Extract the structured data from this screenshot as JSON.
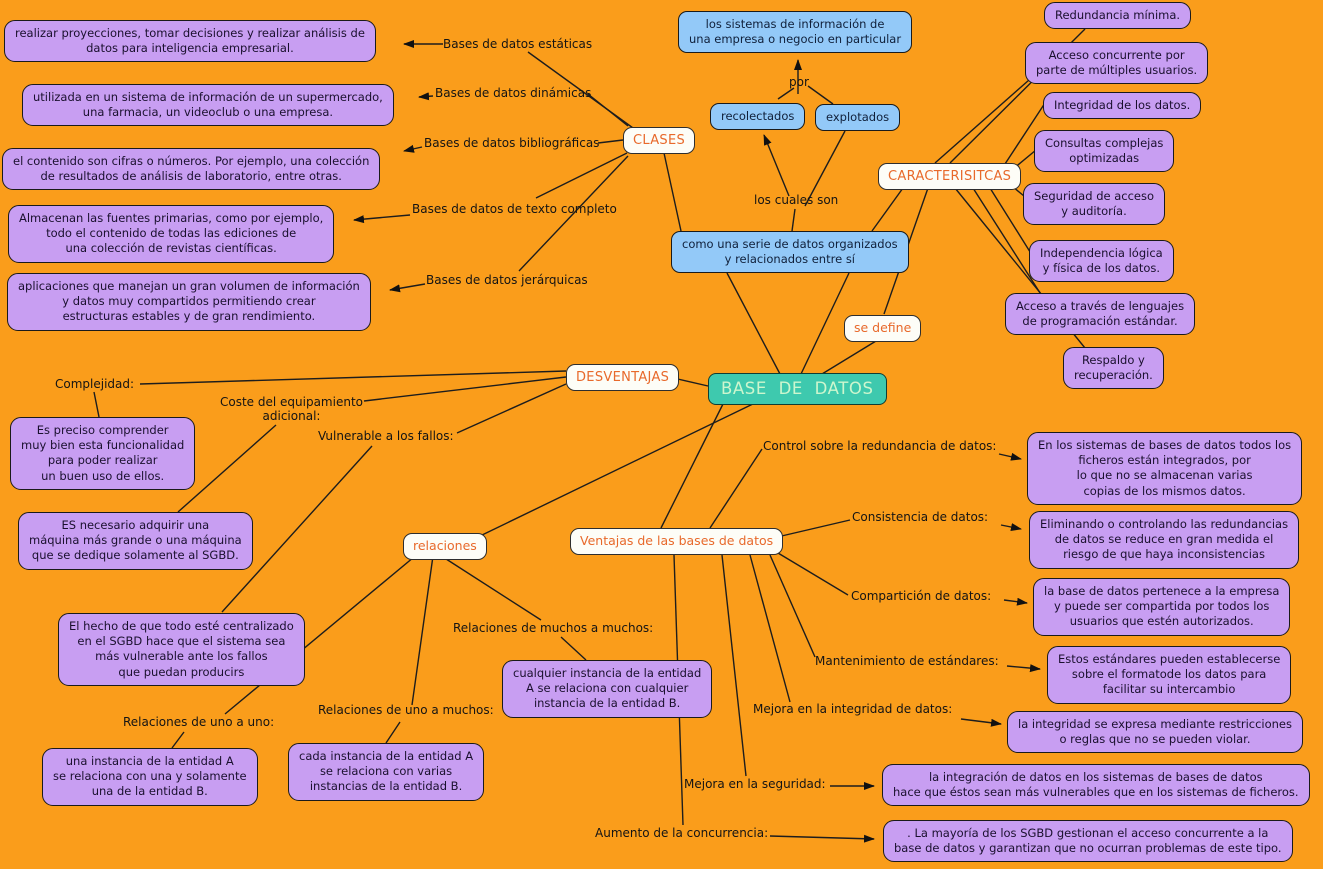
{
  "colors": {
    "background": "#FA9D1B",
    "concept_box_fill": "#C89EF2",
    "context_box_fill": "#93C9F8",
    "linking_box_fill": "#FDFDF7",
    "linking_text": "#E8692B",
    "root_fill": "#3EC9AE",
    "root_text": "#CDF6CE",
    "line": "#1D1D1D",
    "text": "#141414"
  },
  "nodes": {
    "base_de_datos": "BASE  DE  DATOS",
    "se_define": "se define",
    "definicion": "como una serie de datos organizados\ny relacionados entre sí",
    "los_cuales_son": "los cuales son",
    "por": "por",
    "recolectados": "recolectados",
    "explotados": "explotados",
    "sistemas_info": "los sistemas de información de\nuna empresa o negocio en particular",
    "clases": "CLASES",
    "caracteristicas": "CARACTERISITCAS",
    "desventajas": "DESVENTAJAS",
    "relaciones": "relaciones",
    "ventajas": "Ventajas de las bases de datos"
  },
  "clases_items": {
    "estaticas": {
      "label": "Bases de datos estáticas",
      "desc": "realizar proyecciones, tomar decisiones y realizar análisis de\ndatos para inteligencia empresarial."
    },
    "dinamicas": {
      "label": "Bases de datos dinámicas",
      "desc": "utilizada en un sistema de información de un supermercado,\nuna farmacia, un videoclub o una empresa."
    },
    "bibliograficas": {
      "label": "Bases de datos bibliográficas",
      "desc": "el contenido son cifras o números. Por ejemplo, una colección\nde resultados de análisis de laboratorio, entre otras."
    },
    "texto_completo": {
      "label": "Bases de datos de texto completo",
      "desc": "Almacenan las fuentes primarias, como por ejemplo,\ntodo el contenido de todas las ediciones de\nuna colección de revistas científicas."
    },
    "jerarquicas": {
      "label": "Bases de datos jerárquicas",
      "desc": "aplicaciones que manejan un gran volumen de información\ny datos muy compartidos permitiendo crear\nestructuras estables y de gran rendimiento."
    }
  },
  "caracteristicas_items": {
    "redundancia": "Redundancia mínima.",
    "acceso_concurrente": "Acceso concurrente por\nparte de múltiples usuarios.",
    "integridad": "Integridad de los datos.",
    "consultas": "Consultas complejas\noptimizadas",
    "seguridad": "Seguridad de acceso\ny auditoría.",
    "independencia": "Independencia lógica\ny física de los datos.",
    "acceso_lenguajes": "Acceso a través de lenguajes\nde programación estándar.",
    "respaldo": "Respaldo y\nrecuperación."
  },
  "desventajas_items": {
    "complejidad": {
      "label": "Complejidad:",
      "desc": "Es preciso comprender\nmuy bien esta funcionalidad\npara poder realizar\nun buen uso de ellos."
    },
    "coste": {
      "label": "Coste del equipamiento\nadicional:",
      "desc": "ES necesario adquirir una\nmáquina más grande o una máquina\nque se dedique solamente al SGBD."
    },
    "vulnerable": {
      "label": "Vulnerable a los fallos:",
      "desc": "El hecho de que todo esté centralizado\nen el SGBD hace que el sistema sea\nmás vulnerable ante los fallos\nque puedan producirs"
    }
  },
  "relaciones_items": {
    "uno_a_uno": {
      "label": "Relaciones de uno a uno:",
      "desc": "una instancia de la entidad A\nse relaciona con una y solamente\nuna de la entidad B."
    },
    "uno_a_muchos": {
      "label": "Relaciones de uno a muchos:",
      "desc": "cada instancia de la entidad A\nse relaciona con varias\ninstancias de la entidad B."
    },
    "muchos_a_muchos": {
      "label": "Relaciones de muchos a muchos:",
      "desc": "cualquier instancia de la entidad\nA se relaciona con cualquier\ninstancia de la entidad B."
    }
  },
  "ventajas_items": {
    "control": {
      "label": "Control sobre la redundancia de datos:",
      "desc": "En los sistemas de bases de datos todos los\nficheros están integrados, por\nlo que no se almacenan varias\ncopias de los mismos datos."
    },
    "consistencia": {
      "label": "Consistencia de datos:",
      "desc": "Eliminando o controlando las redundancias\nde datos se reduce en gran medida el\nriesgo de que haya inconsistencias"
    },
    "comparticion": {
      "label": "Compartición de datos:",
      "desc": "la base de datos pertenece a la empresa\ny puede ser compartida por todos los\nusuarios que estén autorizados."
    },
    "mantenimiento": {
      "label": "Mantenimiento de estándares:",
      "desc": "Estos estándares pueden establecerse\nsobre el formatode los datos para\nfacilitar su intercambio"
    },
    "integridad": {
      "label": "Mejora en la integridad de datos:",
      "desc": "la integridad se expresa mediante restricciones\no reglas que no se pueden violar."
    },
    "seguridad": {
      "label": "Mejora en la seguridad:",
      "desc": "la integración de datos en los sistemas de bases de datos\nhace que éstos sean más vulnerables que en los sistemas de ficheros."
    },
    "concurrencia": {
      "label": "Aumento de la concurrencia:",
      "desc": ". La mayoría de los SGBD gestionan el acceso concurrente a la\nbase de datos y garantizan que no ocurran problemas de este tipo."
    }
  }
}
